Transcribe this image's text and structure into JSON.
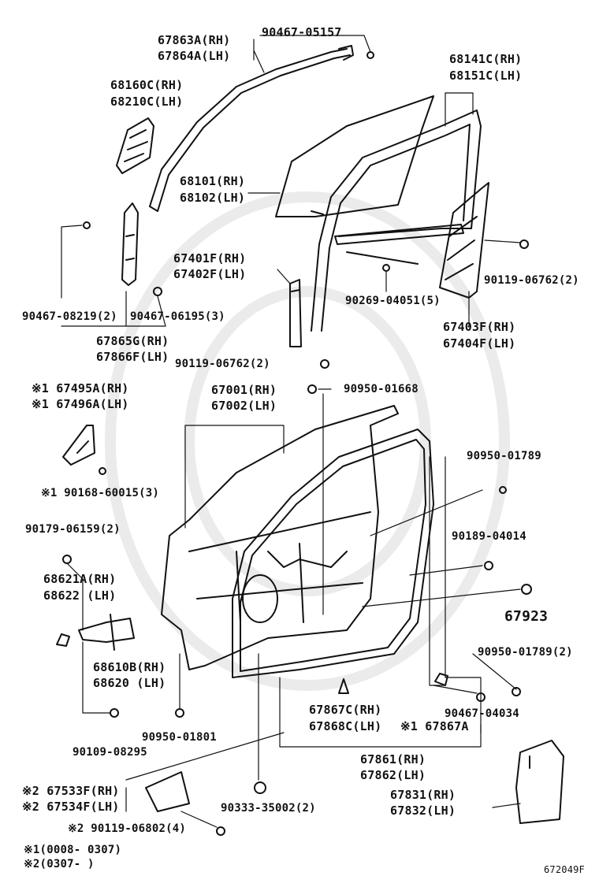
{
  "labels": {
    "l_67863A": "67863A(RH)",
    "l_67864A": "67864A(LH)",
    "l_90467_05157": "90467-05157",
    "l_68141C": "68141C(RH)",
    "l_68151C": "68151C(LH)",
    "l_68160C": "68160C(RH)",
    "l_68210C": "68210C(LH)",
    "l_68101": "68101(RH)",
    "l_68102": "68102(LH)",
    "l_67401F": "67401F(RH)",
    "l_67402F": "67402F(LH)",
    "l_90119_06762a": "90119-06762(2)",
    "l_90269_04051": "90269-04051(5)",
    "l_90467_08219": "90467-08219(2)",
    "l_90467_06195": "90467-06195(3)",
    "l_67403F": "67403F(RH)",
    "l_67404F": "67404F(LH)",
    "l_67865G": "67865G(RH)",
    "l_67866F": "67866F(LH)",
    "l_90119_06762b": "90119-06762(2)",
    "l_67495A": "※1 67495A(RH)",
    "l_67496A": "※1 67496A(LH)",
    "l_67001": "67001(RH)",
    "l_67002": "67002(LH)",
    "l_90950_01668": "90950-01668",
    "l_90950_01789a": "90950-01789",
    "l_90168_60015": "※1 90168-60015(3)",
    "l_90179_06159": "90179-06159(2)",
    "l_90189_04014": "90189-04014",
    "l_68621A": "68621A(RH)",
    "l_68622": "68622  (LH)",
    "l_67923": "67923",
    "l_68610B": "68610B(RH)",
    "l_68620": "68620  (LH)",
    "l_90950_01789b": "90950-01789(2)",
    "l_67867C": "67867C(RH)",
    "l_67868C": "67868C(LH)",
    "l_67867A": "※1 67867A",
    "l_90467_04034": "90467-04034",
    "l_90950_01801": "90950-01801",
    "l_90109_08295": "90109-08295",
    "l_67861": "67861(RH)",
    "l_67862": "67862(LH)",
    "l_67533F": "※2 67533F(RH)",
    "l_67534F": "※2 67534F(LH)",
    "l_67831": "67831(RH)",
    "l_67832": "67832(LH)",
    "l_90333_35002": "90333-35002(2)",
    "l_90119_06802": "※2 90119-06802(4)",
    "note1": "※1(0008-  0307)",
    "note2": "※2(0307-         )",
    "figure_id": "672049F"
  }
}
